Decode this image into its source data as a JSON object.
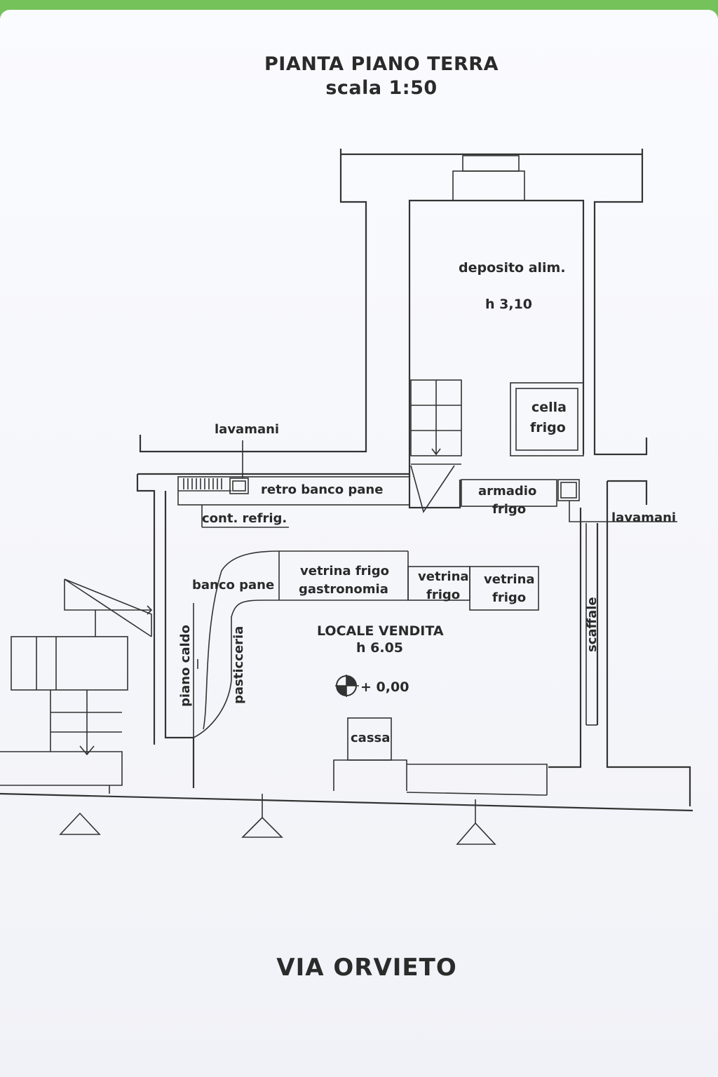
{
  "title": "PIANTA PIANO TERRA",
  "scale": "scala 1:50",
  "street": "VIA ORVIETO",
  "rooms": {
    "deposito": {
      "name": "deposito alim.",
      "height": "h 3,10"
    },
    "cella": {
      "line1": "cella",
      "line2": "frigo"
    },
    "locale": {
      "name": "LOCALE VENDITA",
      "height": "h 6.05",
      "elevation": "+ 0,00"
    }
  },
  "fixtures": {
    "lavamani_left": "lavamani",
    "lavamani_right": "lavamani",
    "retro_banco_pane": "retro banco pane",
    "cont_refrig": "cont. refrig.",
    "armadio_line1": "armadio",
    "armadio_line2": "frigo",
    "banco_pane": "banco pane",
    "vetrina_gastro_line1": "vetrina frigo",
    "vetrina_gastro_line2": "gastronomia",
    "vetrina_a_line1": "vetrina",
    "vetrina_a_line2": "frigo",
    "vetrina_b_line1": "vetrina",
    "vetrina_b_line2": "frigo",
    "piano_caldo": "piano caldo",
    "pasticceria": "pasticceria",
    "scaffale": "scaffale",
    "cassa": "cassa"
  }
}
